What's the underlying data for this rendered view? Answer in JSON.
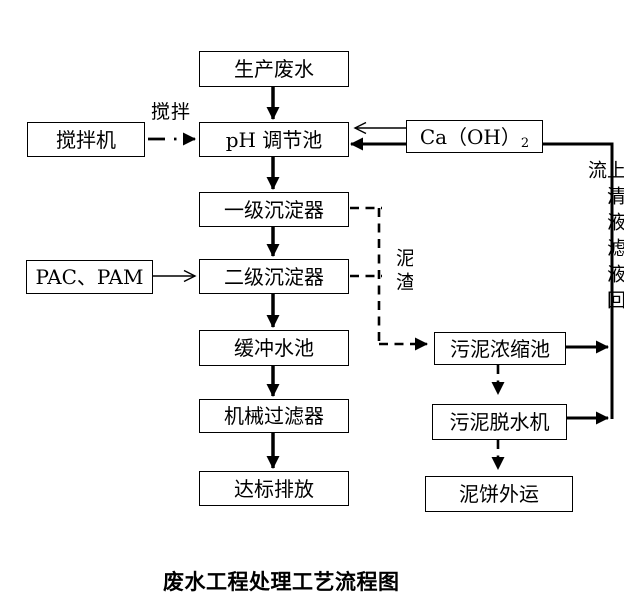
{
  "title": "废水工程处理工艺流程图",
  "nodes": {
    "production_wastewater": "生产废水",
    "ph_adjust_tank": "pH 调节池",
    "mixer": "搅拌机",
    "ca_oh": {
      "base": "Ca（OH）",
      "subscript": "2"
    },
    "primary_settler": "一级沉淀器",
    "pac_pam": "PAC、PAM",
    "secondary_settler": "二级沉淀器",
    "buffer_tank": "缓冲水池",
    "mechanical_filter": "机械过滤器",
    "discharge": "达标排放",
    "sludge_thickener": "污泥浓缩池",
    "sludge_dewaterer": "污泥脱水机",
    "sludge_cake_out": "泥饼外运"
  },
  "labels": {
    "stirring": "搅拌",
    "sludge_residue": "泥渣",
    "supernatant_filtrate_return": "上清液滤液回流"
  },
  "colors": {
    "line": "#000000",
    "box_border": "#000000",
    "background": "#ffffff",
    "text": "#000000"
  }
}
